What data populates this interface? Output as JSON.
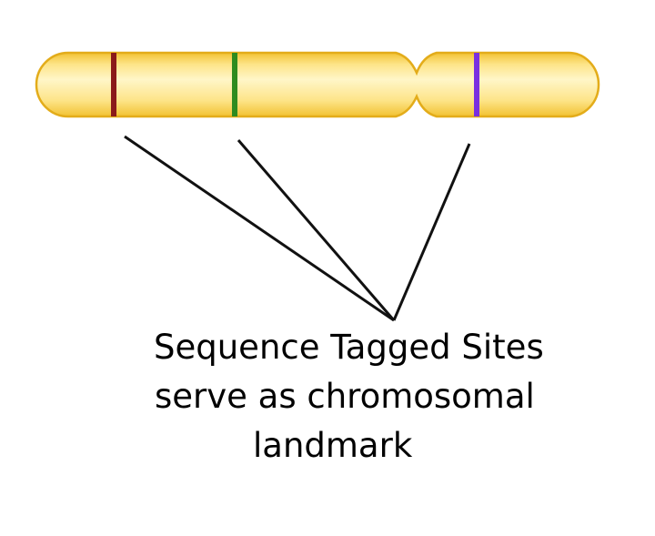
{
  "caption": {
    "line1": "Sequence Tagged Sites",
    "line2": "serve as chromosomal",
    "line3": "landmark"
  },
  "colors": {
    "chromosome_fill_light": "#fff6c8",
    "chromosome_fill_mid": "#fde488",
    "chromosome_fill_edge": "#f2c232",
    "chromosome_outline": "#e3ac1a",
    "marker_1": "#8b1a1a",
    "marker_2": "#2e8b1f",
    "marker_3": "#7a2fe0",
    "pointer_lines": "#111111"
  }
}
